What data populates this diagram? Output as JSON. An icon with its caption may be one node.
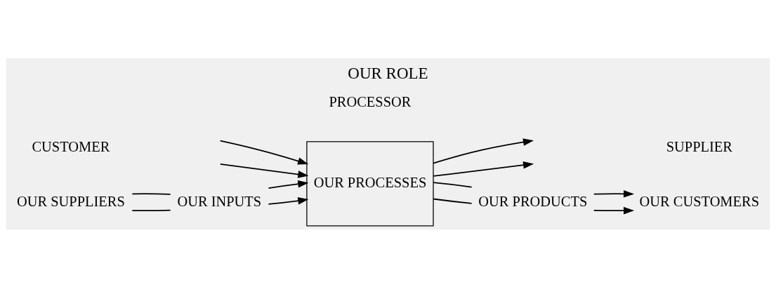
{
  "diagram": {
    "title": "OUR ROLE",
    "nodes": [
      {
        "text": [
          "OUR SUPPLIERS"
        ]
      },
      {
        "text": [
          "OUR INPUTS"
        ]
      },
      {
        "text": [
          "OUR PROCESSES"
        ]
      },
      {
        "text": [
          "OUR PRODUCTS"
        ]
      },
      {
        "text": [
          "OUR CUSTOMERS"
        ]
      }
    ],
    "edges": [
      {
        "from": 2,
        "to": null,
        "arrow": "to"
      },
      {
        "from": 0,
        "to": 1,
        "arrow": "none"
      },
      {
        "from": 0,
        "to": 1,
        "arrow": "none"
      },
      {
        "from": 1,
        "to": 2,
        "arrow": "to"
      },
      {
        "from": 1,
        "to": 2,
        "arrow": "to"
      },
      {
        "from": 2,
        "to": null,
        "arrow": "to"
      },
      {
        "from": null,
        "to": 2,
        "arrow": "to"
      },
      {
        "from": 2,
        "to": 3,
        "arrow": "none"
      },
      {
        "from": 2,
        "to": 3,
        "arrow": "none"
      },
      {
        "from": 3,
        "to": 4,
        "arrow": "to"
      },
      {
        "from": 3,
        "to": 4,
        "arrow": "to"
      },
      {
        "from": null,
        "to": 2,
        "arrow": "to"
      }
    ],
    "labels": [
      "CUSTOMER",
      "PROCESSOR",
      "SUPPLIER"
    ]
  }
}
